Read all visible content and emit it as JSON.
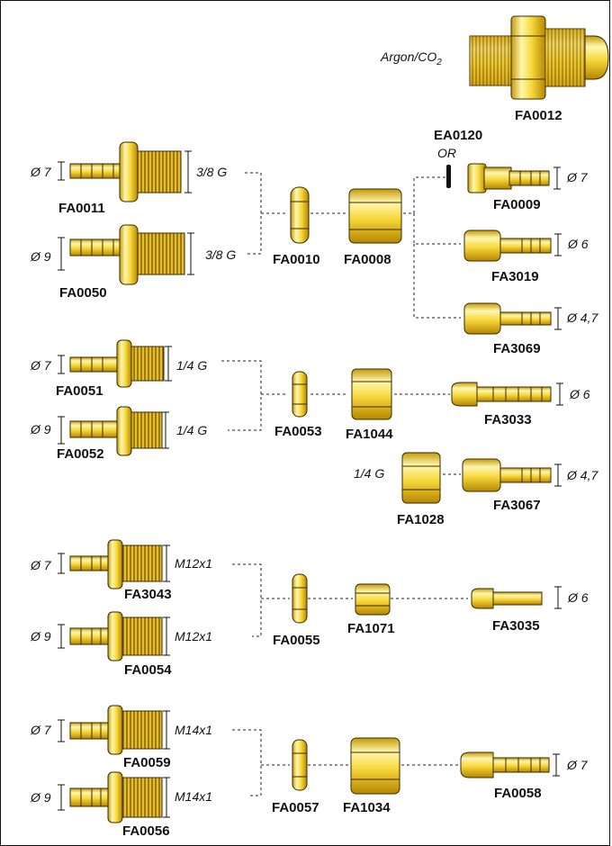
{
  "gas_label": "Argon/CO",
  "gas_sub": "2",
  "codes": {
    "FA0012": "FA0012",
    "EA0120": "EA0120",
    "FA0011": "FA0011",
    "FA0050": "FA0050",
    "FA0010": "FA0010",
    "FA0008": "FA0008",
    "FA0009": "FA0009",
    "FA3019": "FA3019",
    "FA3069": "FA3069",
    "FA0051": "FA0051",
    "FA0052": "FA0052",
    "FA0053": "FA0053",
    "FA1044": "FA1044",
    "FA3033": "FA3033",
    "FA1028": "FA1028",
    "FA3067": "FA3067",
    "FA3043": "FA3043",
    "FA0054": "FA0054",
    "FA0055": "FA0055",
    "FA1071": "FA1071",
    "FA3035": "FA3035",
    "FA0059": "FA0059",
    "FA0056": "FA0056",
    "FA0057": "FA0057",
    "FA1034": "FA1034",
    "FA0058": "FA0058"
  },
  "dims": {
    "d7": "Ø 7",
    "d9": "Ø 9",
    "d6": "Ø 6",
    "d47": "Ø 4,7",
    "g38": "3/8 G",
    "g14": "1/4 G",
    "m12": "M12x1",
    "m14": "M14x1",
    "or": "OR"
  },
  "colors": {
    "brass_light": "#fff6a8",
    "brass_mid": "#f6d23a",
    "brass_dark": "#b88a00",
    "outline": "#3a2a00"
  }
}
